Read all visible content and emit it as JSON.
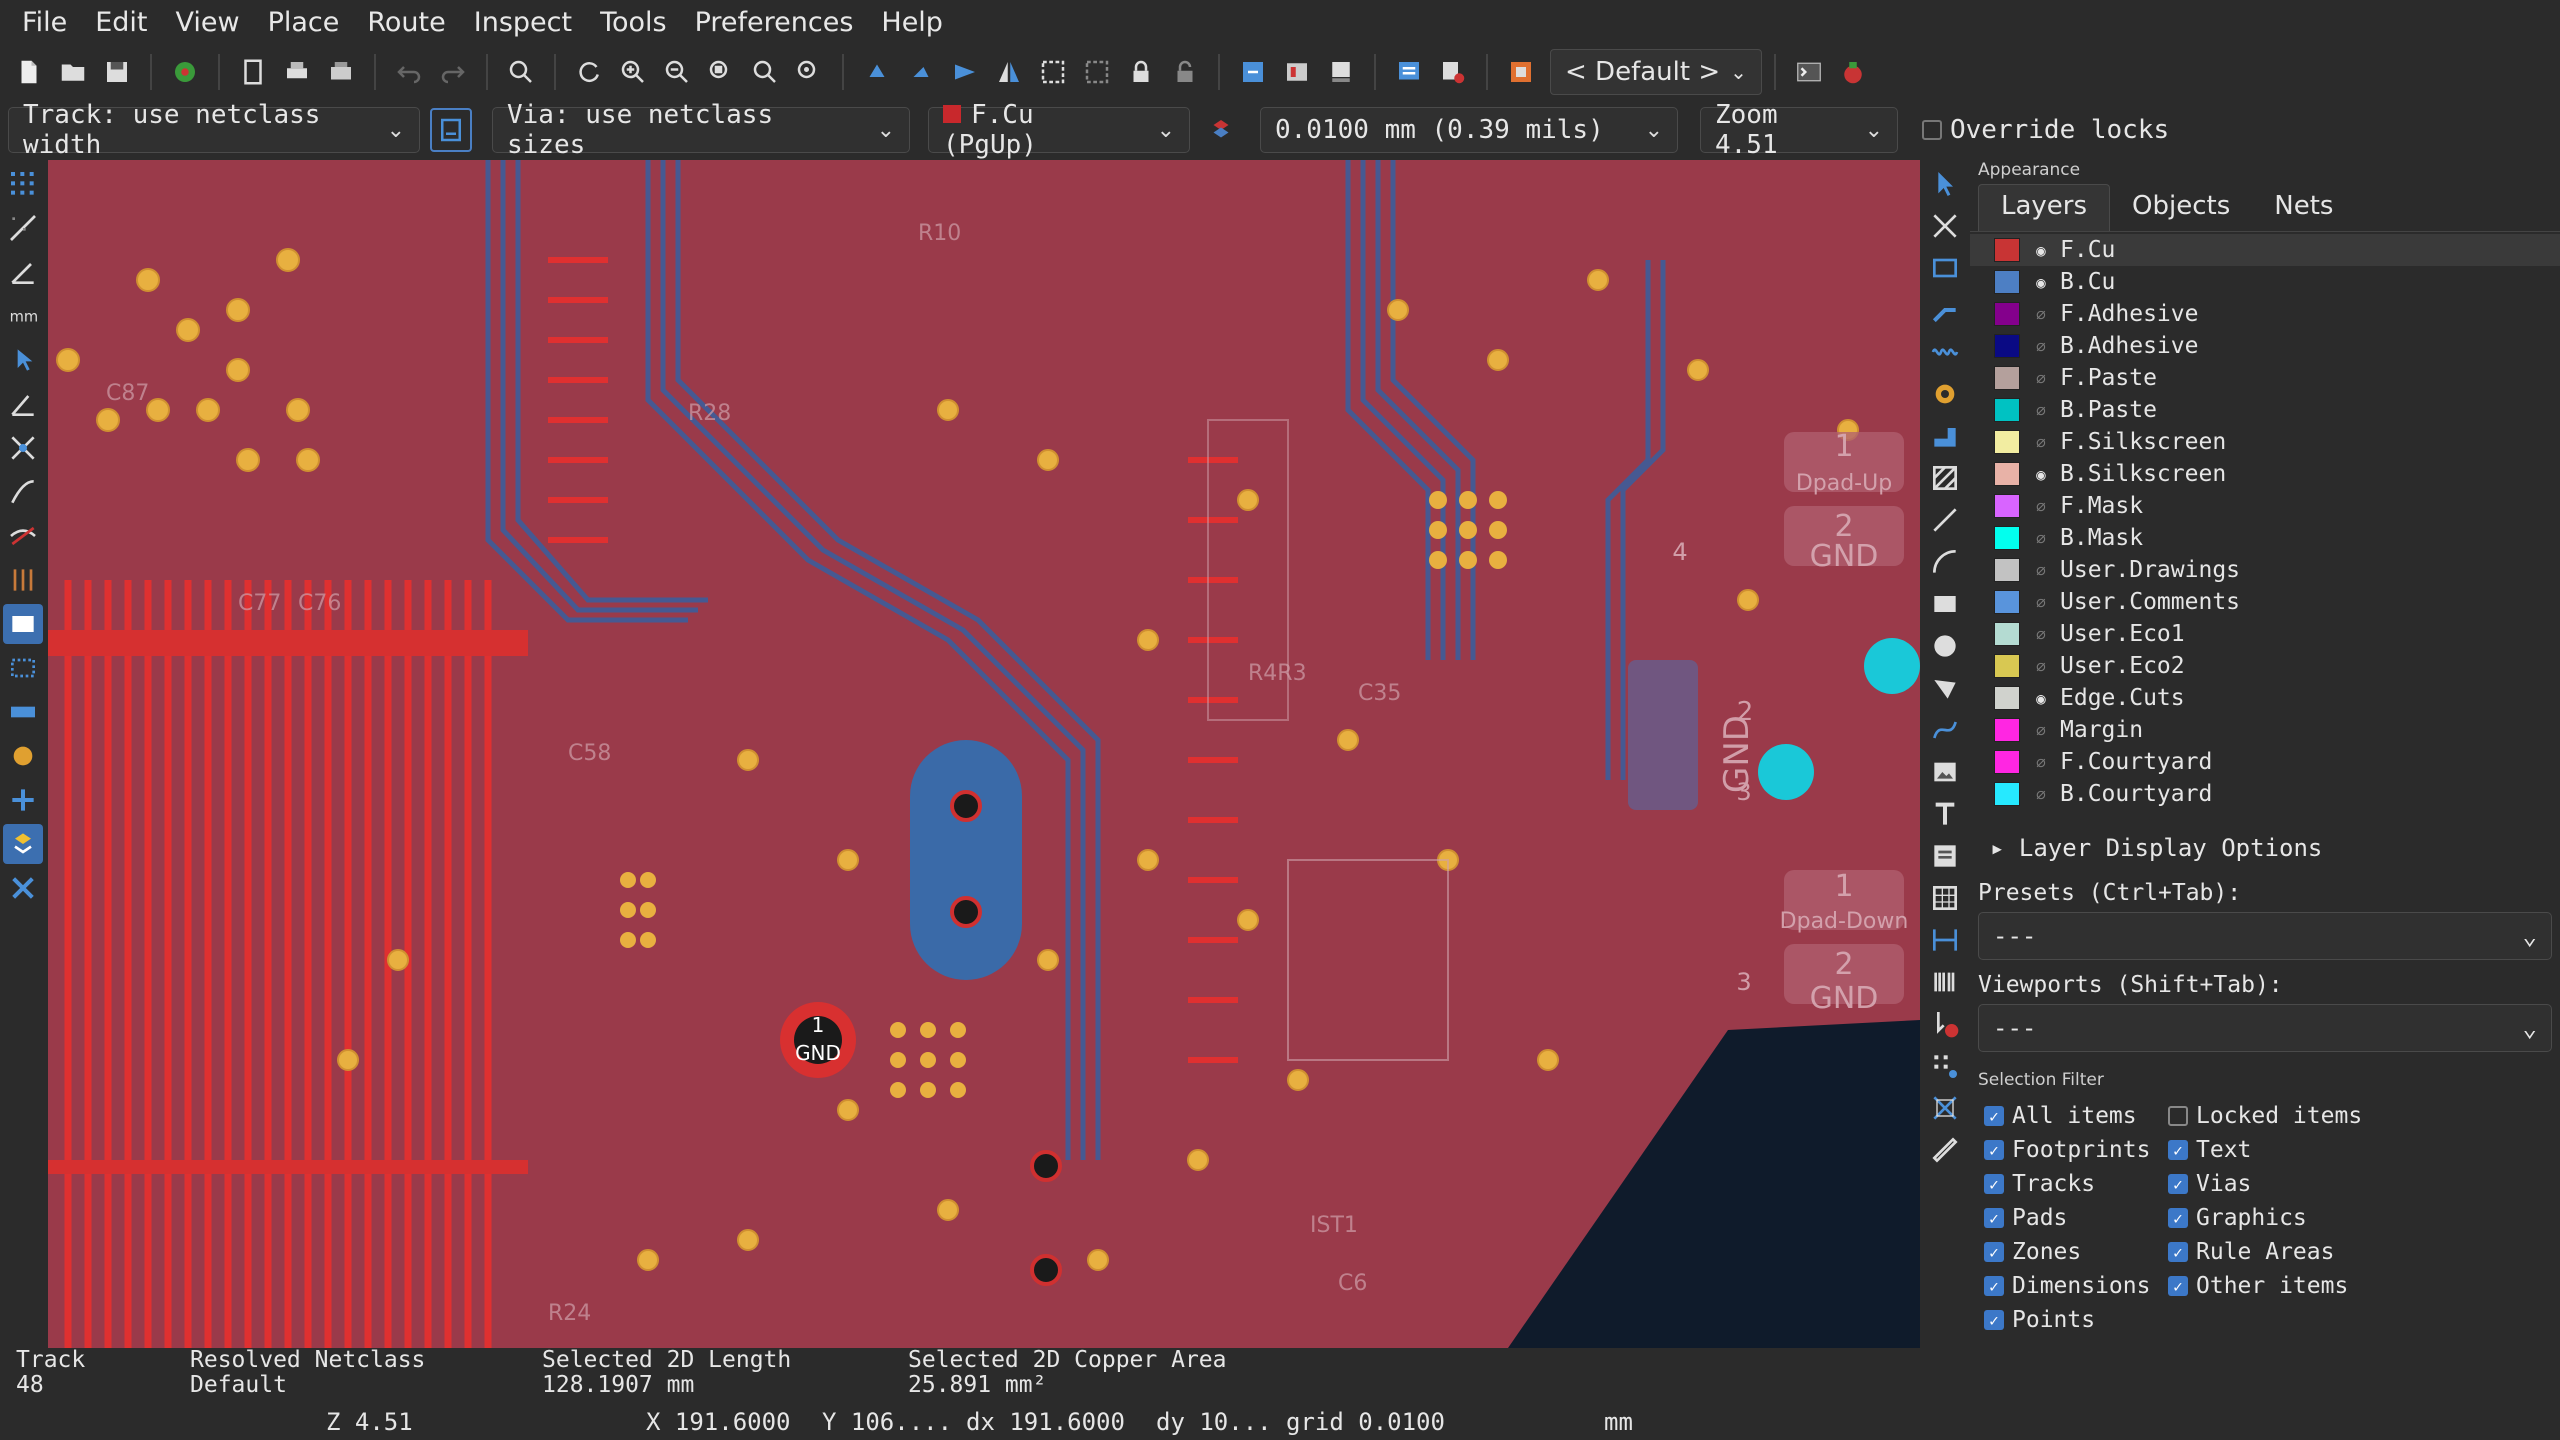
{
  "menu": [
    "File",
    "Edit",
    "View",
    "Place",
    "Route",
    "Inspect",
    "Tools",
    "Preferences",
    "Help"
  ],
  "toolbar": {
    "preset": "< Default >",
    "icons": [
      "new-board-icon",
      "open-icon",
      "save-icon",
      "board-setup-icon",
      "page-settings-icon",
      "print-icon",
      "plot-icon",
      "undo-icon",
      "redo-icon",
      "find-icon",
      "refresh-icon",
      "zoom-in-icon",
      "zoom-out-icon",
      "zoom-fit-icon",
      "zoom-objects-icon",
      "zoom-selection-icon",
      "rotate-ccw-icon",
      "rotate-cw-icon",
      "flip-icon",
      "mirror-icon",
      "group-icon",
      "ungroup-icon",
      "lock-icon",
      "unlock-icon",
      "update-pcb-icon",
      "footprint-editor-icon",
      "footprint-browser-icon",
      "netlist-icon",
      "drc-icon",
      "scripting-icon",
      "python-icon"
    ]
  },
  "auxbar": {
    "track": "Track: use netclass width",
    "via": "Via: use netclass sizes",
    "layer": "F.Cu (PgUp)",
    "grid": "0.0100 mm (0.39 mils)",
    "zoom": "Zoom 4.51",
    "override": "Override locks"
  },
  "appearance": {
    "title": "Appearance",
    "tabs": [
      "Layers",
      "Objects",
      "Nets"
    ],
    "layers": [
      {
        "name": "F.Cu",
        "color": "#c83434",
        "visible": true
      },
      {
        "name": "B.Cu",
        "color": "#4d7fc4",
        "visible": true
      },
      {
        "name": "F.Adhesive",
        "color": "#84008c",
        "visible": false
      },
      {
        "name": "B.Adhesive",
        "color": "#0a0a84",
        "visible": false
      },
      {
        "name": "F.Paste",
        "color": "#b4a09c",
        "visible": false
      },
      {
        "name": "B.Paste",
        "color": "#00c2c2",
        "visible": false
      },
      {
        "name": "F.Silkscreen",
        "color": "#f2eda1",
        "visible": false
      },
      {
        "name": "B.Silkscreen",
        "color": "#e8b2a7",
        "visible": true
      },
      {
        "name": "F.Mask",
        "color": "#d864ff",
        "visible": false
      },
      {
        "name": "B.Mask",
        "color": "#02ffee",
        "visible": false
      },
      {
        "name": "User.Drawings",
        "color": "#c2c2c2",
        "visible": false
      },
      {
        "name": "User.Comments",
        "color": "#5994dc",
        "visible": false
      },
      {
        "name": "User.Eco1",
        "color": "#b4dbd2",
        "visible": false
      },
      {
        "name": "User.Eco2",
        "color": "#d8c852",
        "visible": false
      },
      {
        "name": "Edge.Cuts",
        "color": "#d0d2cd",
        "visible": true
      },
      {
        "name": "Margin",
        "color": "#ff26e2",
        "visible": false
      },
      {
        "name": "F.Courtyard",
        "color": "#ff26e2",
        "visible": false
      },
      {
        "name": "B.Courtyard",
        "color": "#26e9ff",
        "visible": false
      }
    ],
    "layer_display_options": "Layer Display Options",
    "presets_label": "Presets (Ctrl+Tab):",
    "presets_value": "---",
    "viewports_label": "Viewports (Shift+Tab):",
    "viewports_value": "---"
  },
  "selection_filter": {
    "title": "Selection Filter",
    "items": [
      {
        "label": "All items",
        "checked": true
      },
      {
        "label": "Locked items",
        "checked": false
      },
      {
        "label": "Footprints",
        "checked": true
      },
      {
        "label": "Text",
        "checked": true
      },
      {
        "label": "Tracks",
        "checked": true
      },
      {
        "label": "Vias",
        "checked": true
      },
      {
        "label": "Pads",
        "checked": true
      },
      {
        "label": "Graphics",
        "checked": true
      },
      {
        "label": "Zones",
        "checked": true
      },
      {
        "label": "Rule Areas",
        "checked": true
      },
      {
        "label": "Dimensions",
        "checked": true
      },
      {
        "label": "Other items",
        "checked": true
      },
      {
        "label": "Points",
        "checked": true
      }
    ]
  },
  "canvas": {
    "labels": {
      "gnd_big": "GND",
      "gnd_pad_num": "1",
      "dpad_up": "Dpad-Up",
      "dpad_down": "Dpad-Down",
      "gnd_right1": "GND",
      "gnd_right2": "GND",
      "gnd_vert": "GND",
      "pad1a": "1",
      "pad2a": "2",
      "pad1b": "1",
      "pad2b": "2",
      "pad3a": "3",
      "pad3b": "3",
      "pad4": "4",
      "pad2c": "2",
      "ist1": "IST1",
      "r24": "R24",
      "c58": "C58",
      "r10": "R10",
      "c87": "C87",
      "c76": "C76",
      "c77": "C77",
      "r43": "R4R3",
      "c35": "C35",
      "r28": "R28",
      "c6": "C6"
    }
  },
  "status": {
    "c1_label": "Track",
    "c1_value": "48",
    "c2_label": "Resolved Netclass",
    "c2_value": "Default",
    "c3_label": "Selected 2D Length",
    "c3_value": "128.1907 mm",
    "c4_label": "Selected 2D Copper Area",
    "c4_value": "25.891 mm²",
    "zoom": "Z 4.51",
    "x": "X 191.6000",
    "y": "Y 106....",
    "dx": "dx 191.6000",
    "dy": "dy 10...",
    "grid": "grid 0.0100",
    "units": "mm"
  }
}
